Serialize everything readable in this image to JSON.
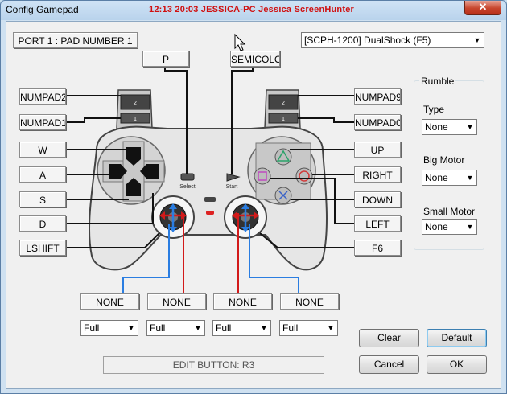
{
  "window": {
    "title": "Config Gamepad",
    "overlay_title": "12:13 20:03 JESSICA-PC Jessica ScreenHunter",
    "close_glyph": "✕"
  },
  "port_label": "PORT 1 : PAD NUMBER 1",
  "pad_type": {
    "selected": "[SCPH-1200] DualShock (F5)"
  },
  "controller_labels": {
    "select": "Select",
    "start": "Start",
    "l2": "2",
    "l1": "1",
    "r2": "2",
    "r1": "1"
  },
  "bindings": {
    "select": "P",
    "start": "SEMICOLO",
    "l2": "NUMPAD2",
    "l1": "NUMPAD1",
    "up": "W",
    "left": "A",
    "down": "S",
    "right": "D",
    "l3": "LSHIFT",
    "r2": "NUMPAD9",
    "r1": "NUMPAD0",
    "triangle": "UP",
    "circle": "RIGHT",
    "cross": "DOWN",
    "square": "LEFT",
    "r3": "F6"
  },
  "analog": {
    "axes": [
      "NONE",
      "NONE",
      "NONE",
      "NONE"
    ],
    "ranges": [
      "Full",
      "Full",
      "Full",
      "Full"
    ]
  },
  "rumble": {
    "group_label": "Rumble",
    "type_label": "Type",
    "type_value": "None",
    "big_motor_label": "Big Motor",
    "big_motor_value": "None",
    "small_motor_label": "Small Motor",
    "small_motor_value": "None"
  },
  "buttons": {
    "clear": "Clear",
    "default": "Default",
    "cancel": "Cancel",
    "ok": "OK"
  },
  "status": "EDIT BUTTON: R3",
  "colors": {
    "analog_blue": "#2a7de1",
    "analog_red": "#d21a1a",
    "overlay_red": "#d01010"
  }
}
